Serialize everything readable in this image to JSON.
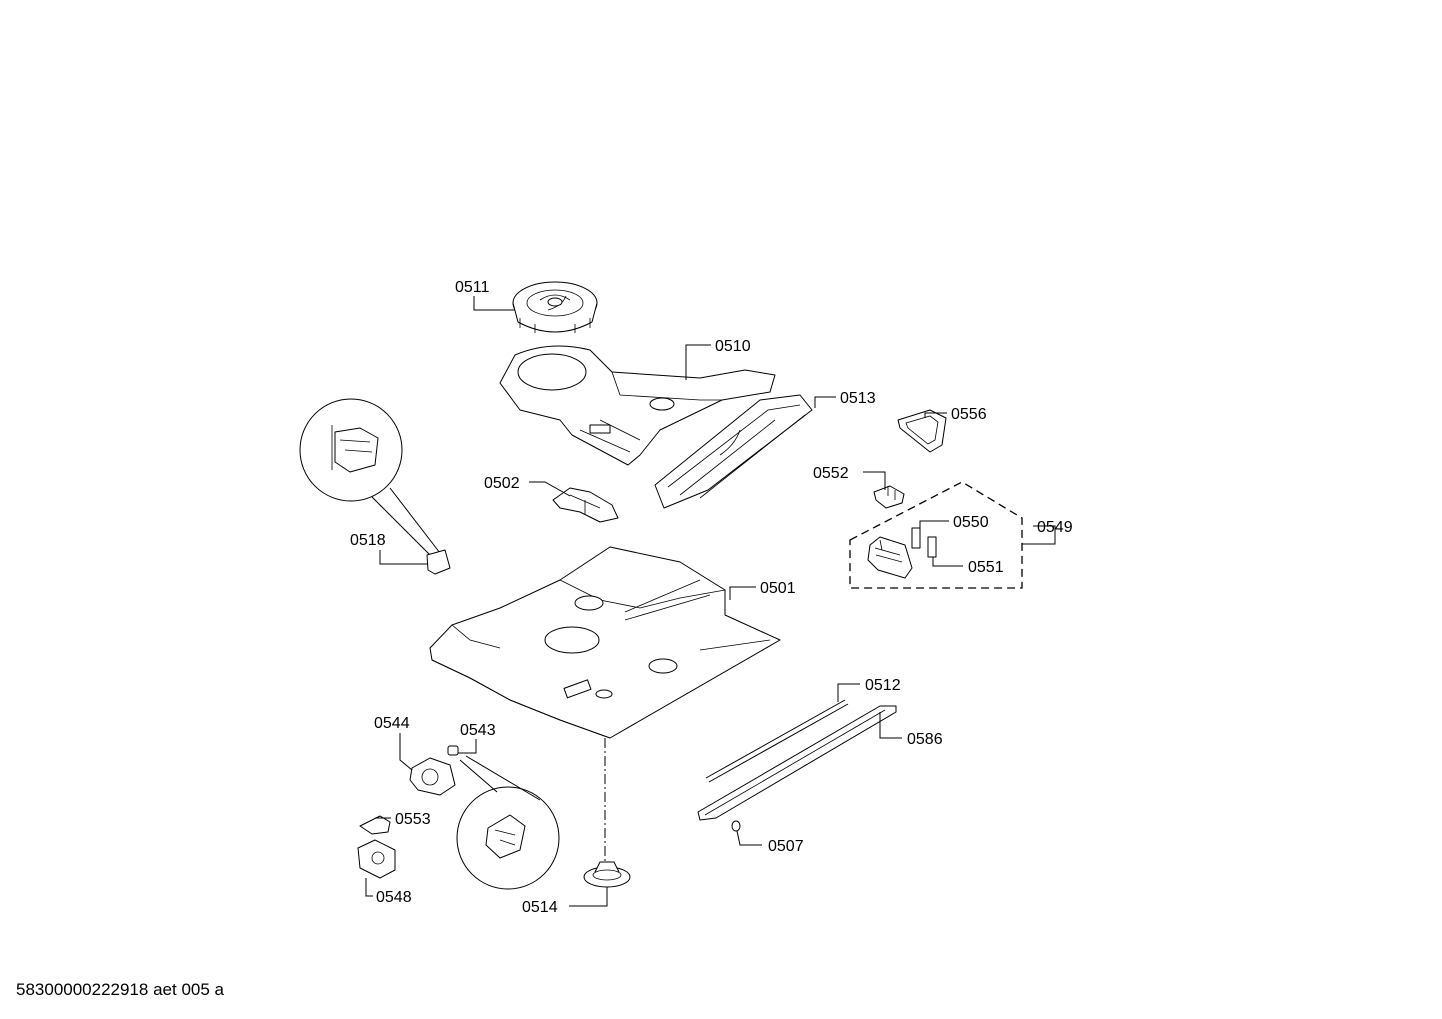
{
  "labels": {
    "p0511": "0511",
    "p0510": "0510",
    "p0513": "0513",
    "p0556": "0556",
    "p0502": "0502",
    "p0552": "0552",
    "p0550": "0550",
    "p0549": "0549",
    "p0551": "0551",
    "p0518": "0518",
    "p0501": "0501",
    "p0512": "0512",
    "p0544": "0544",
    "p0543": "0543",
    "p0586": "0586",
    "p0553": "0553",
    "p0507": "0507",
    "p0548": "0548",
    "p0514": "0514"
  },
  "footer": {
    "drawing_id": "58300000222918 aet 005 a"
  }
}
